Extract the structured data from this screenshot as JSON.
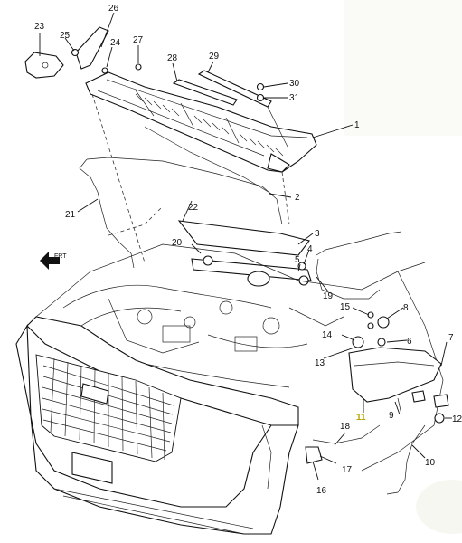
{
  "callouts": [
    {
      "id": "1",
      "label": "1"
    },
    {
      "id": "2",
      "label": "2"
    },
    {
      "id": "3",
      "label": "3"
    },
    {
      "id": "4",
      "label": "4"
    },
    {
      "id": "5",
      "label": "5"
    },
    {
      "id": "6",
      "label": "6"
    },
    {
      "id": "7",
      "label": "7"
    },
    {
      "id": "8",
      "label": "8"
    },
    {
      "id": "9",
      "label": "9"
    },
    {
      "id": "10",
      "label": "10"
    },
    {
      "id": "11",
      "label": "11",
      "highlight": true
    },
    {
      "id": "12",
      "label": "12"
    },
    {
      "id": "13",
      "label": "13"
    },
    {
      "id": "14",
      "label": "14"
    },
    {
      "id": "15",
      "label": "15"
    },
    {
      "id": "16",
      "label": "16"
    },
    {
      "id": "17",
      "label": "17"
    },
    {
      "id": "18",
      "label": "18"
    },
    {
      "id": "19",
      "label": "19"
    },
    {
      "id": "20",
      "label": "20"
    },
    {
      "id": "21",
      "label": "21"
    },
    {
      "id": "22",
      "label": "22"
    },
    {
      "id": "23",
      "label": "23"
    },
    {
      "id": "24",
      "label": "24"
    },
    {
      "id": "25",
      "label": "25"
    },
    {
      "id": "26",
      "label": "26"
    },
    {
      "id": "27",
      "label": "27"
    },
    {
      "id": "28",
      "label": "28"
    },
    {
      "id": "29",
      "label": "29"
    },
    {
      "id": "30",
      "label": "30"
    },
    {
      "id": "31",
      "label": "31"
    }
  ],
  "front_indicator": "FRT",
  "colors": {
    "line": "#111111",
    "highlight": "#b8a400",
    "background": "#ffffff"
  }
}
